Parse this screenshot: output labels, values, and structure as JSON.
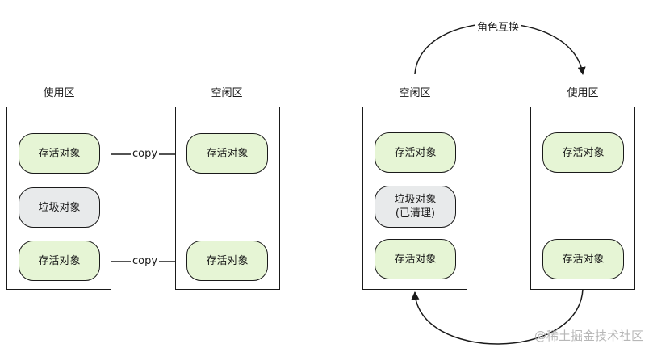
{
  "left_group": {
    "used": {
      "label": "使用区",
      "objects": [
        {
          "text": "存活对象",
          "kind": "live"
        },
        {
          "text": "垃圾对象",
          "kind": "garbage"
        },
        {
          "text": "存活对象",
          "kind": "live"
        }
      ]
    },
    "free": {
      "label": "空闲区",
      "objects": [
        {
          "text": "存活对象",
          "kind": "live"
        },
        {
          "text": "存活对象",
          "kind": "live"
        }
      ]
    },
    "edges": [
      {
        "label": "copy"
      },
      {
        "label": "copy"
      }
    ]
  },
  "right_group": {
    "free": {
      "label": "空闲区",
      "objects": [
        {
          "text": "存活对象",
          "kind": "live"
        },
        {
          "text": "垃圾对象\n(已清理)",
          "kind": "garbage"
        },
        {
          "text": "存活对象",
          "kind": "live"
        }
      ]
    },
    "used": {
      "label": "使用区",
      "objects": [
        {
          "text": "存活对象",
          "kind": "live"
        },
        {
          "text": "存活对象",
          "kind": "live"
        }
      ]
    },
    "swap_label": "角色互换"
  },
  "watermark": "@稀土掘金技术社区",
  "colors": {
    "live_fill": "#e6f5d5",
    "garbage_fill": "#e8eaeb",
    "stroke": "#1a1a1a"
  }
}
